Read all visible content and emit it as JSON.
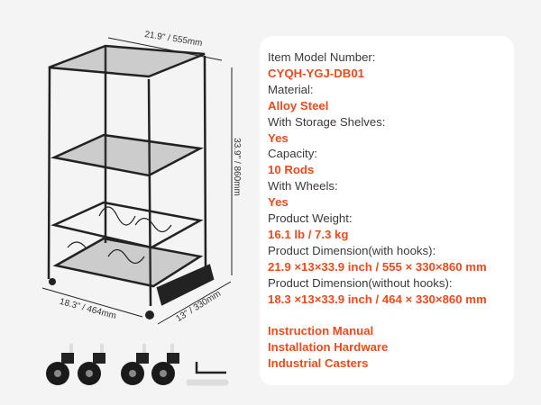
{
  "dimensions": {
    "width": "21.9\" / 555mm",
    "height": "33.9\" / 860mm",
    "length": "18.3\" / 464mm",
    "depth": "13\" / 330mm"
  },
  "specs": [
    {
      "label": "Item Model Number:",
      "value": "CYQH-YGJ-DB01"
    },
    {
      "label": "Material:",
      "value": "Alloy Steel"
    },
    {
      "label": "With Storage Shelves:",
      "value": "Yes"
    },
    {
      "label": "Capacity:",
      "value": "10 Rods"
    },
    {
      "label": "With Wheels:",
      "value": "Yes"
    },
    {
      "label": "Product Weight:",
      "value": "16.1 lb / 7.3 kg"
    },
    {
      "label": "Product Dimension(with hooks):",
      "value": "21.9 ×13×33.9 inch / 555 × 330×860 mm"
    },
    {
      "label": "Product Dimension(without hooks):",
      "value": "18.3 ×13×33.9 inch / 464 × 330×860 mm"
    }
  ],
  "included": [
    "Instruction Manual",
    "Installation Hardware",
    "Industrial Casters"
  ],
  "colors": {
    "accent": "#ec4a1c",
    "label": "#3a3a3a",
    "background": "#f4f4f4"
  }
}
